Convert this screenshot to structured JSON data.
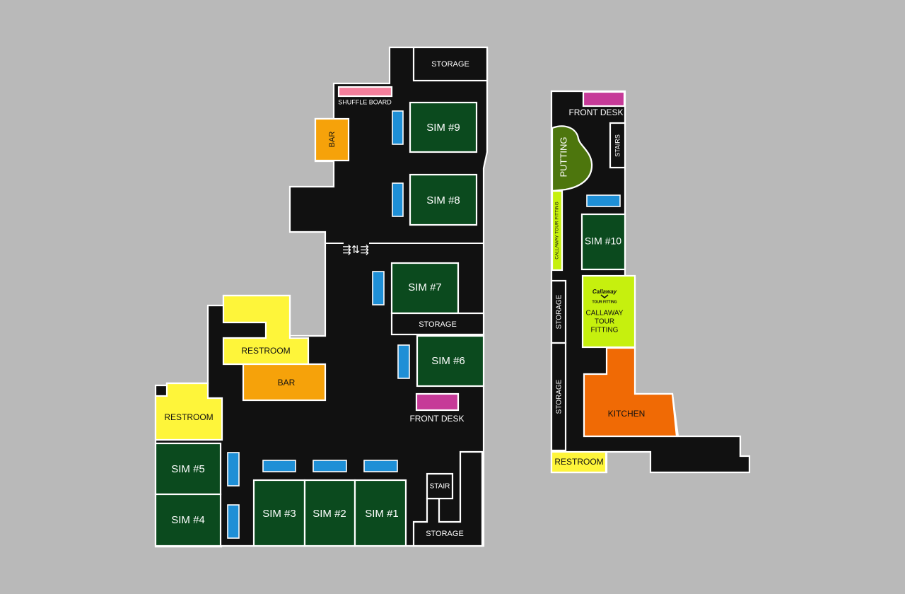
{
  "colors": {
    "background": "#b9b9b9",
    "floor": "#111111",
    "outline": "#ffffff",
    "simulator": "#0b4a1e",
    "restroom": "#fef53a",
    "bar": "#f6a20a",
    "front_desk": "#c63a98",
    "shuffle_board": "#f47f9c",
    "seating": "#1e8fd6",
    "putting": "#4d760d",
    "callaway": "#c6f00e",
    "kitchen": "#f06a05"
  },
  "floor_one": {
    "sims": {
      "sim9": "SIM #9",
      "sim8": "SIM #8",
      "sim7": "SIM #7",
      "sim6": "SIM #6",
      "sim5": "SIM #5",
      "sim4": "SIM #4",
      "sim3": "SIM #3",
      "sim2": "SIM #2",
      "sim1": "SIM #1"
    },
    "storage_top": "STORAGE",
    "storage_mid": "STORAGE",
    "storage_bottom": "STORAGE",
    "shuffle_board": "SHUFFLE BOARD",
    "bar_upper": "BAR",
    "bar_lower": "BAR",
    "restroom_upper": "RESTROOM",
    "restroom_lower": "RESTROOM",
    "front_desk": "FRONT DESK",
    "stair": "STAIR",
    "elevator": "⇶⇅⇶"
  },
  "floor_two": {
    "front_desk": "FRONT DESK",
    "stairs": "STAIRS",
    "putting": "PUTTING",
    "callaway_strip": "CALLAWAY TOUR FITTING",
    "sim10": "SIM #10",
    "storage_upper": "STORAGE",
    "storage_lower": "STORAGE",
    "callaway_logo": "Callaway",
    "callaway_logo_sub": "TOUR FITTING",
    "callaway_line1": "CALLAWAY",
    "callaway_line2": "TOUR",
    "callaway_line3": "FITTING",
    "kitchen": "KITCHEN",
    "restroom": "RESTROOM"
  }
}
